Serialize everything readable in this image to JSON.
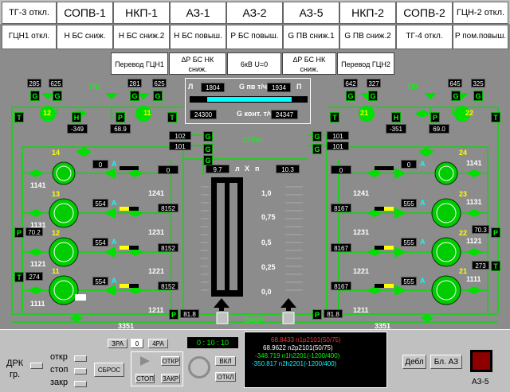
{
  "top_alarms": [
    "ТГ-3 откл.",
    "СОПВ-1",
    "НКП-1",
    "АЗ-1",
    "АЗ-2",
    "АЗ-5",
    "НКП-2",
    "СОПВ-2",
    "ГЦН-2 откл."
  ],
  "mid_alarms": [
    "ГЦН1 откл.",
    "Н БС сниж.",
    "Н БС сниж.2",
    "Н БС повыш.",
    "Р БС повыш.",
    "G ПВ сниж.1",
    "G ПВ сниж.2",
    "ТГ-4 откл.",
    "Р пом.повыш."
  ],
  "sub_alarms": {
    "perevod1": "Перевод ГЦН1",
    "dp1": "∆Р БС НК",
    "dp1b": "сниж.",
    "u6kv": "6кВ U=0",
    "dp2": "∆Р БС НК",
    "dp2b": "сниж.",
    "perevod2": "Перевод ГЦН2"
  },
  "pv": {
    "l": "Л",
    "label": "G пв т/ч",
    "p": "П",
    "left_val": "1804",
    "right_val": "1934",
    "kont_left": "24300",
    "kont_label": "G конт. т/ч",
    "kont_right": "24347"
  },
  "left_sep": {
    "v285": "285",
    "v625": "625",
    "v281": "281",
    "v625b": "625",
    "pvl": "ПВ",
    "n12": "12",
    "n11": "11",
    "hval": "-349",
    "pval": "68.9"
  },
  "right_sep": {
    "v642": "642",
    "v327": "327",
    "v645": "645",
    "v325": "325",
    "pvl": "ПВ",
    "n21": "21",
    "n22": "22",
    "hval": "-351",
    "pval": "69.0"
  },
  "letters": {
    "G": "G",
    "T": "T",
    "H": "H",
    "P": "P",
    "A": "A"
  },
  "spin": {
    "label": "СПпН",
    "l102": "102",
    "l101": "101",
    "r101a": "101",
    "r101b": "101"
  },
  "level": {
    "l": "л",
    "x": "Х",
    "p": "п",
    "lv": "9.7",
    "rv": "10.3",
    "t10": "1,0",
    "t075": "0,75",
    "t05": "0,5",
    "t025": "0,25",
    "t00": "0,0",
    "saor": "САОР"
  },
  "left_pumps": [
    {
      "num": "14",
      "code": "1141",
      "a": "0",
      "v": "0",
      "valve": "1241",
      "aq": "—",
      "a2": "A"
    },
    {
      "num": "13",
      "code": "1131",
      "a": "554",
      "v": "8152",
      "valve": "1231",
      "p": "70.2"
    },
    {
      "num": "12",
      "code": "1121",
      "a": "554",
      "v": "8152",
      "valve": "1221"
    },
    {
      "num": "11",
      "code": "1111",
      "a": "554",
      "v": "8152",
      "valve": "1211",
      "p": "274",
      "bottom": "81.8"
    }
  ],
  "right_pumps": [
    {
      "num": "24",
      "code": "1141",
      "a": "0",
      "v": "0",
      "valve": "1241"
    },
    {
      "num": "23",
      "code": "1131",
      "a": "555",
      "v": "8167",
      "valve": "1231",
      "p": "70.3"
    },
    {
      "num": "22",
      "code": "1121",
      "a": "555",
      "v": "8167",
      "valve": "1221",
      "p": "273"
    },
    {
      "num": "21",
      "code": "1111",
      "a": "555",
      "v": "8167",
      "valve": "1211",
      "bottom": "81.8"
    }
  ],
  "header_3351_l": "3351",
  "header_3351_r": "3351",
  "bottom": {
    "drk": "ДРК",
    "gr": "гр.",
    "otkr": "откр",
    "stop": "стоп",
    "zakr": "закр",
    "zra": "ЗРА",
    "zero": "0",
    "rra": "4РА",
    "sbros": "СБРОС",
    "otkr2": "ОТКР",
    "stop2": "СТОП",
    "zakr2": "ЗАКР",
    "time": "0 : 10 : 10",
    "vkl": "ВКЛ",
    "otkl": "ОТКЛ",
    "debl": "Дебл",
    "bl_az": "Бл. АЗ",
    "az5": "АЗ-5"
  },
  "trend": [
    {
      "text": "68.8433  n1p2101(50/75)",
      "color": "#ff3030"
    },
    {
      "text": "68.9622  n2p2101(50/75)",
      "color": "#ffffff"
    },
    {
      "text": "-348.719  n1h2201(-1200/400)",
      "color": "#00ff00"
    },
    {
      "text": "-350.817  n2h2201(-1200/400)",
      "color": "#00ffff"
    }
  ]
}
